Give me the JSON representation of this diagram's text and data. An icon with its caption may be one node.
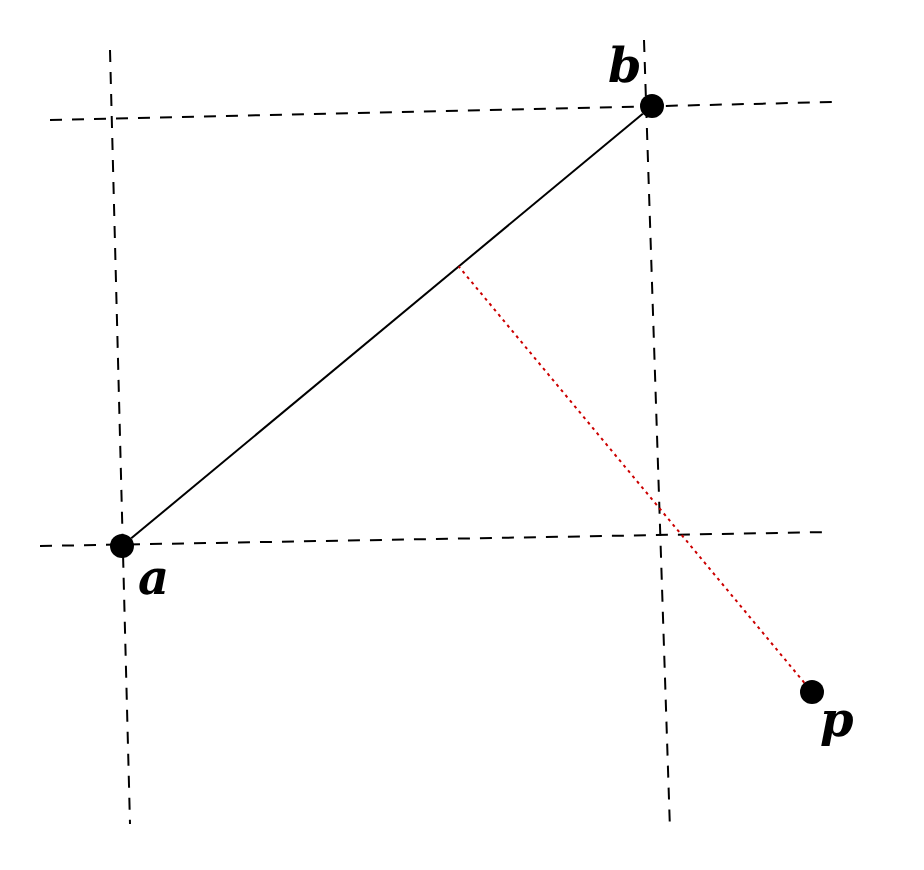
{
  "diagram": {
    "nodes": [
      {
        "text": [
          "a"
        ]
      },
      {
        "text": [
          "b"
        ]
      },
      {
        "text": [
          "p"
        ]
      }
    ],
    "edges": [
      {
        "from": 0,
        "to": 1,
        "arrow": "none"
      },
      {
        "from": 2,
        "to": null,
        "arrow": "none",
        "style": "dashed",
        "color": "#cc0000"
      }
    ]
  }
}
